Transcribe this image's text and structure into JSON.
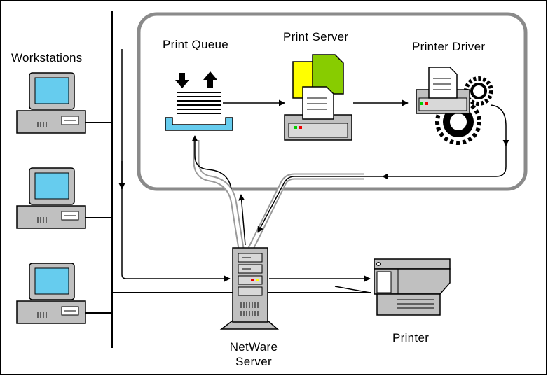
{
  "labels": {
    "workstations": "Workstations",
    "print_queue": "Print Queue",
    "print_server": "Print Server",
    "printer_driver": "Printer Driver",
    "netware_server_line1": "NetWare",
    "netware_server_line2": "Server",
    "printer": "Printer"
  },
  "colors": {
    "screen": "#66ccee",
    "queue_tray": "#66ccee",
    "doc_yellow": "#ffff00",
    "doc_green": "#88cc00",
    "led_green": "#00cc00",
    "led_red": "#ee0000",
    "led_yellow": "#ffff00",
    "device_gray": "#c0c0c0",
    "panel_bg": "#c0c0c0",
    "flow_gray": "#9a9a9a"
  }
}
